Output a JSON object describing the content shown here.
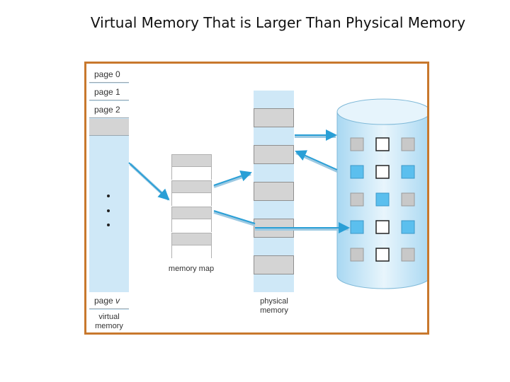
{
  "title": "Virtual Memory That is Larger Than Physical Memory",
  "virtual_memory": {
    "pages": [
      "page 0",
      "page 1",
      "page 2"
    ],
    "last_page": "page v",
    "label": "virtual memory"
  },
  "memory_map": {
    "label": "memory map"
  },
  "physical_memory": {
    "label": "physical memory"
  },
  "colors": {
    "frame_border": "#c8782d",
    "light_blue": "#cfe8f7",
    "gray_block": "#d4d4d4",
    "disk_blue": "#5bbfee",
    "arrow": "#2a9fd6"
  },
  "disk": {
    "grid": [
      [
        "gray",
        "white",
        "gray"
      ],
      [
        "blue",
        "white",
        "blue"
      ],
      [
        "gray",
        "blue",
        "gray"
      ],
      [
        "blue",
        "white",
        "blue"
      ],
      [
        "gray",
        "white",
        "gray"
      ]
    ]
  }
}
